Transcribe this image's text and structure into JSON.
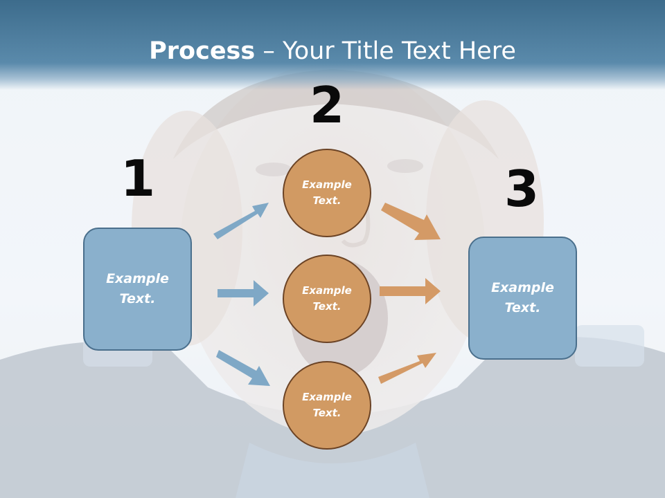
{
  "title": {
    "bold": "Process",
    "rest": " – Your Title Text Here"
  },
  "steps": [
    "1",
    "2",
    "3"
  ],
  "left_box": {
    "text": "Example Text."
  },
  "right_box": {
    "text": "Example Text."
  },
  "circles": [
    {
      "text": "Example Text."
    },
    {
      "text": "Example Text."
    },
    {
      "text": "Example Text."
    }
  ],
  "colors": {
    "title_band": "#4a7a9b",
    "box_fill": "#8ab0cc",
    "box_border": "#4a6f8c",
    "circle_fill": "#d19a63",
    "circle_border": "#6b4325",
    "arrow_blue": "#7fa8c6",
    "arrow_orange": "#d49a66"
  }
}
